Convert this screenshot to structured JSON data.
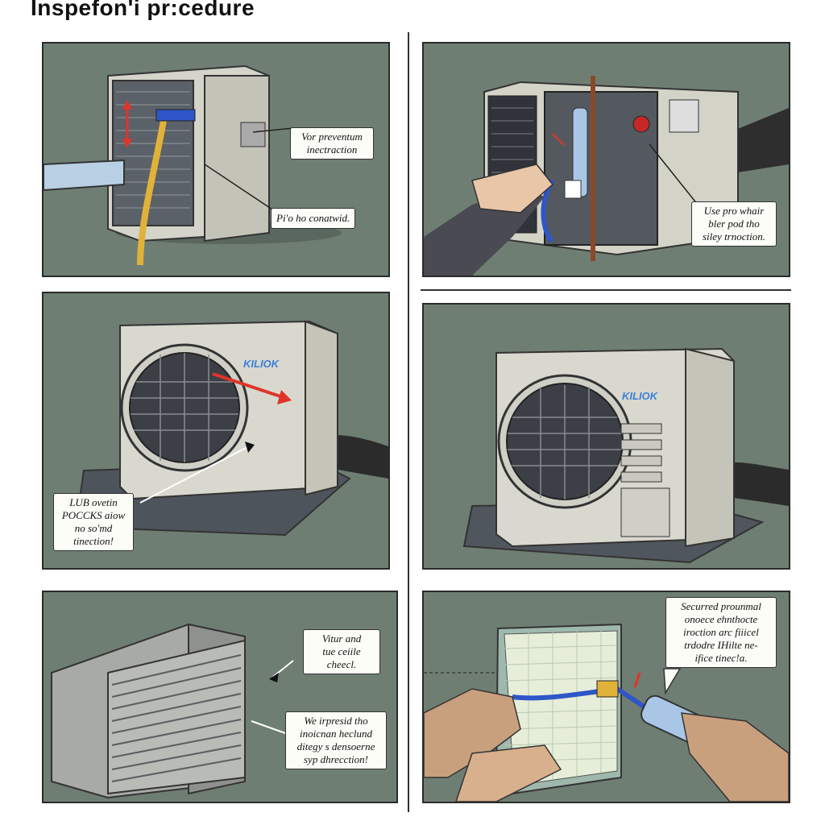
{
  "title": "Inspefon'i pr:cedure",
  "colors": {
    "panel_bg": "#6f7e73",
    "unit_body": "#d6d6cc",
    "pipe_blue": "#2f56c8",
    "hose_yellow": "#e0b23a",
    "arrow_red": "#e0342a",
    "brand_blue": "#3d7fd6"
  },
  "panels": [
    {
      "callouts": [
        {
          "lines": [
            "Vor preventum",
            "inectraction"
          ]
        },
        {
          "lines": [
            "Pi'o ho conatwid."
          ]
        }
      ]
    },
    {
      "callouts": [
        {
          "lines": [
            "Use pro whair",
            "bler pod tho",
            "siley trnoction."
          ]
        }
      ]
    },
    {
      "brand": "KILIOK",
      "callouts": [
        {
          "lines": [
            "LUB ovetin",
            "POCCKS aiow",
            "no so'md",
            "tinection!"
          ]
        }
      ]
    },
    {
      "brand": "KILIOK",
      "callouts": []
    },
    {
      "callouts": [
        {
          "lines": [
            "Vitur and",
            "tue ceiile",
            "cheecl."
          ]
        },
        {
          "lines": [
            "We irpresid tho",
            "inoicnan heclund",
            "ditegy s densoerne",
            "syp dhrecction!"
          ]
        }
      ]
    },
    {
      "callouts": [
        {
          "lines": [
            "Securred prounmal",
            "onoece ehnthocte",
            "iroction arc fiiicel",
            "trdodre IHilte ne-",
            "ifice tinec!a."
          ]
        }
      ]
    }
  ]
}
